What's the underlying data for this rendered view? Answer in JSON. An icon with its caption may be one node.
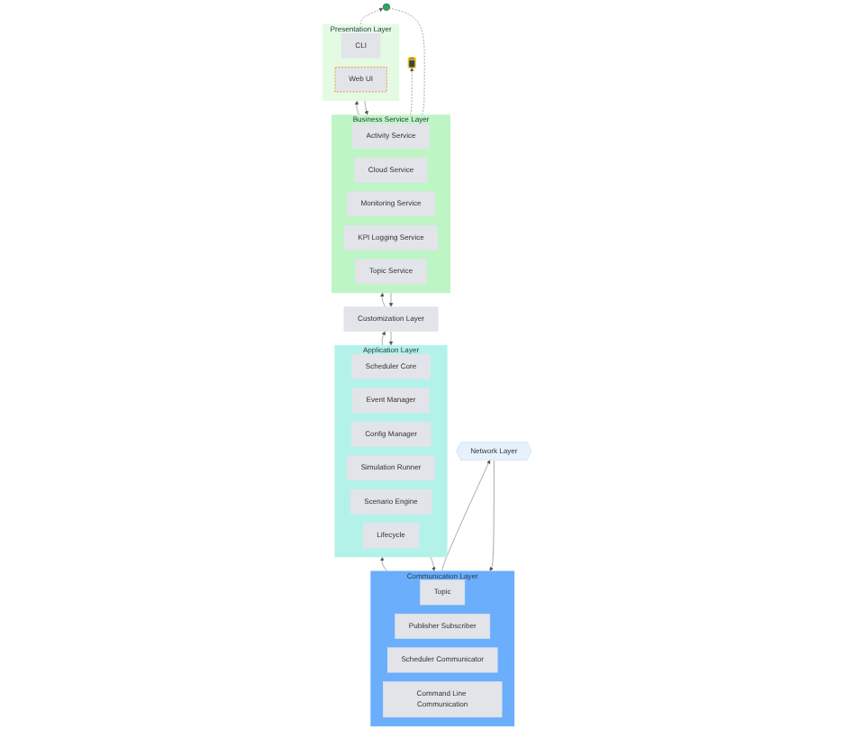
{
  "diagram": {
    "nodes": [
      {
        "text": [
          "Presentation Layer"
        ]
      },
      {
        "text": [
          "CLI"
        ],
        "in": 0
      },
      {
        "text": [
          "Web UI"
        ],
        "in": 0
      },
      {
        "text": [
          "Business Service Layer"
        ]
      },
      {
        "text": [
          "Activity Service"
        ],
        "in": 3
      },
      {
        "text": [
          "Cloud Service"
        ],
        "in": 3
      },
      {
        "text": [
          "Monitoring Service"
        ],
        "in": 3
      },
      {
        "text": [
          "KPI Logging Service"
        ],
        "in": 3
      },
      {
        "text": [
          "Topic Service"
        ],
        "in": 3
      },
      {
        "text": [
          "Customization Layer"
        ]
      },
      {
        "text": [
          "Application Layer"
        ]
      },
      {
        "text": [
          "Scheduler Core"
        ],
        "in": 10
      },
      {
        "text": [
          "Event Manager"
        ],
        "in": 10
      },
      {
        "text": [
          "Config Manager"
        ],
        "in": 10
      },
      {
        "text": [
          "Simulation Runner"
        ],
        "in": 10
      },
      {
        "text": [
          "Scenario Engine"
        ],
        "in": 10
      },
      {
        "text": [
          "Lifecycle"
        ],
        "in": 10
      },
      {
        "text": [
          "Communication Layer"
        ]
      },
      {
        "text": [
          "Topic"
        ],
        "in": 17
      },
      {
        "text": [
          "Publisher Subscriber"
        ],
        "in": 17
      },
      {
        "text": [
          "Scheduler Communicator"
        ],
        "in": 17
      },
      {
        "text": [
          "Command Line Communication"
        ],
        "in": 17
      },
      {
        "text": [
          "Network Layer"
        ]
      },
      {
        "text": [],
        "shape": "person"
      },
      {
        "text": [],
        "shape": "cylinder"
      }
    ],
    "edges": [
      {
        "from": 3,
        "to": 0,
        "arrow": "to"
      },
      {
        "from": 0,
        "to": 3,
        "arrow": "to"
      },
      {
        "from": 9,
        "to": 3,
        "arrow": "to"
      },
      {
        "from": 3,
        "to": 9,
        "arrow": "to"
      },
      {
        "from": 10,
        "to": 9,
        "arrow": "to"
      },
      {
        "from": 9,
        "to": 10,
        "arrow": "to"
      },
      {
        "from": 17,
        "to": 10,
        "arrow": "to"
      },
      {
        "from": 10,
        "to": 17,
        "arrow": "to"
      },
      {
        "from": 22,
        "to": 17,
        "arrow": "to"
      },
      {
        "from": 17,
        "to": 22,
        "arrow": "to"
      },
      {
        "from": 0,
        "to": 23,
        "arrow": "to",
        "style": "dashed"
      },
      {
        "from": 3,
        "to": 23,
        "arrow": "none",
        "style": "dashed"
      },
      {
        "from": 3,
        "to": 24,
        "arrow": "to",
        "style": "dashed"
      }
    ]
  }
}
